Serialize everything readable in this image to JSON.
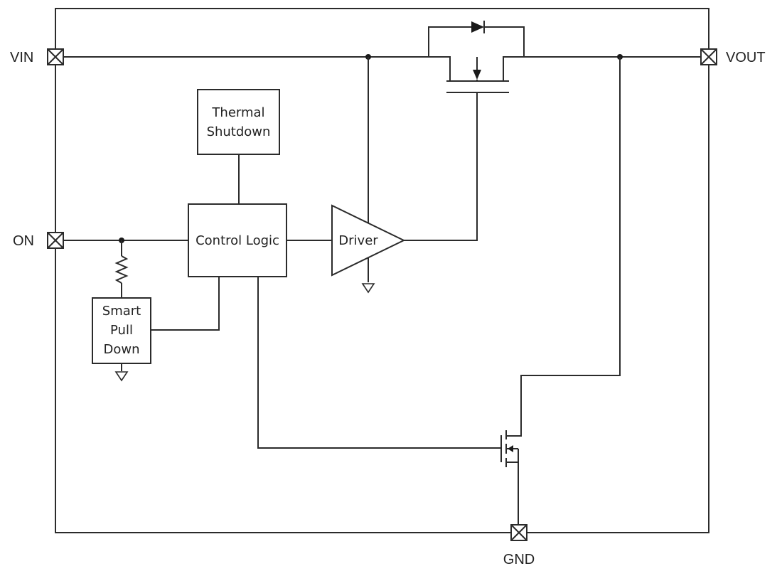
{
  "pins": {
    "vin": "VIN",
    "vout": "VOUT",
    "on": "ON",
    "gnd": "GND"
  },
  "blocks": {
    "thermal_shutdown": [
      "Thermal",
      "Shutdown"
    ],
    "control_logic": "Control Logic",
    "driver": "Driver",
    "smart_pull_down": [
      "Smart",
      "Pull",
      "Down"
    ]
  }
}
